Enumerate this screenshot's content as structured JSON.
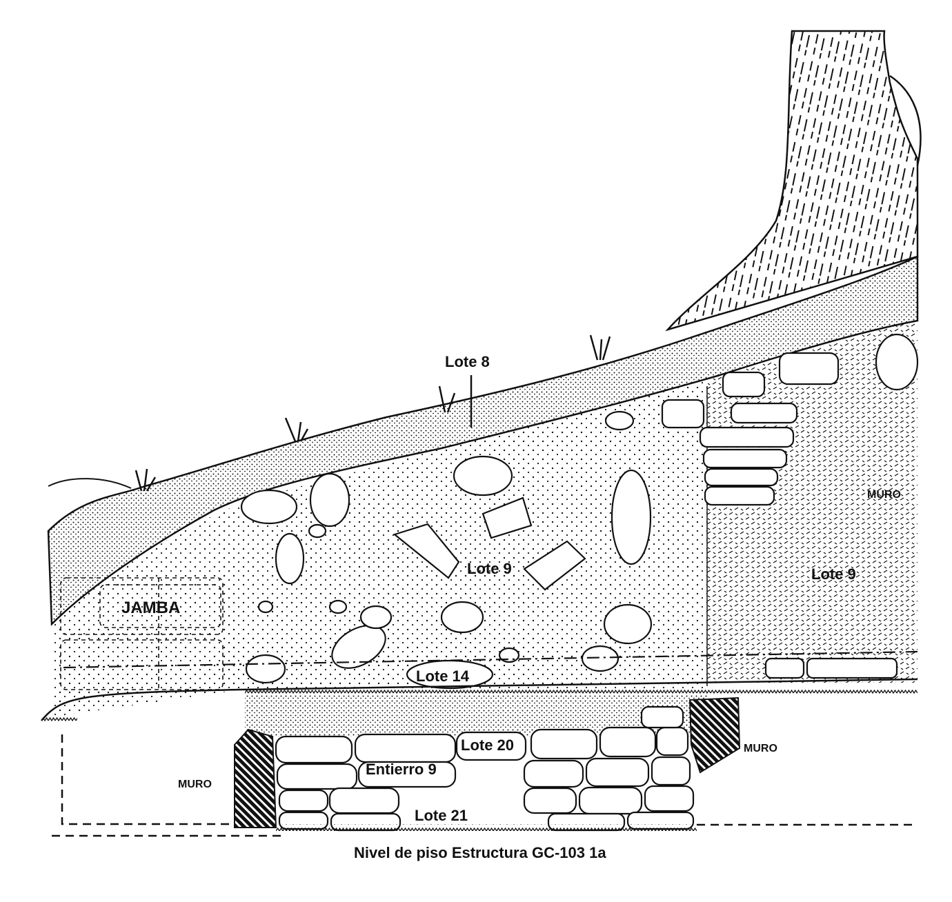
{
  "figure": {
    "caption": "Nivel de piso Estructura GC-103 1a",
    "labels": {
      "lote8": "Lote 8",
      "lote9_left": "Lote 9",
      "lote9_right": "Lote 9",
      "lote14": "Lote 14",
      "lote20": "Lote 20",
      "lote21": "Lote 21",
      "entierro": "Entierro 9",
      "jamba": "JAMBA",
      "muro_top_right": "MURO",
      "muro_left": "MURO",
      "muro_right": "MURO"
    }
  },
  "colors": {
    "ink": "#111111",
    "paper": "#ffffff"
  }
}
